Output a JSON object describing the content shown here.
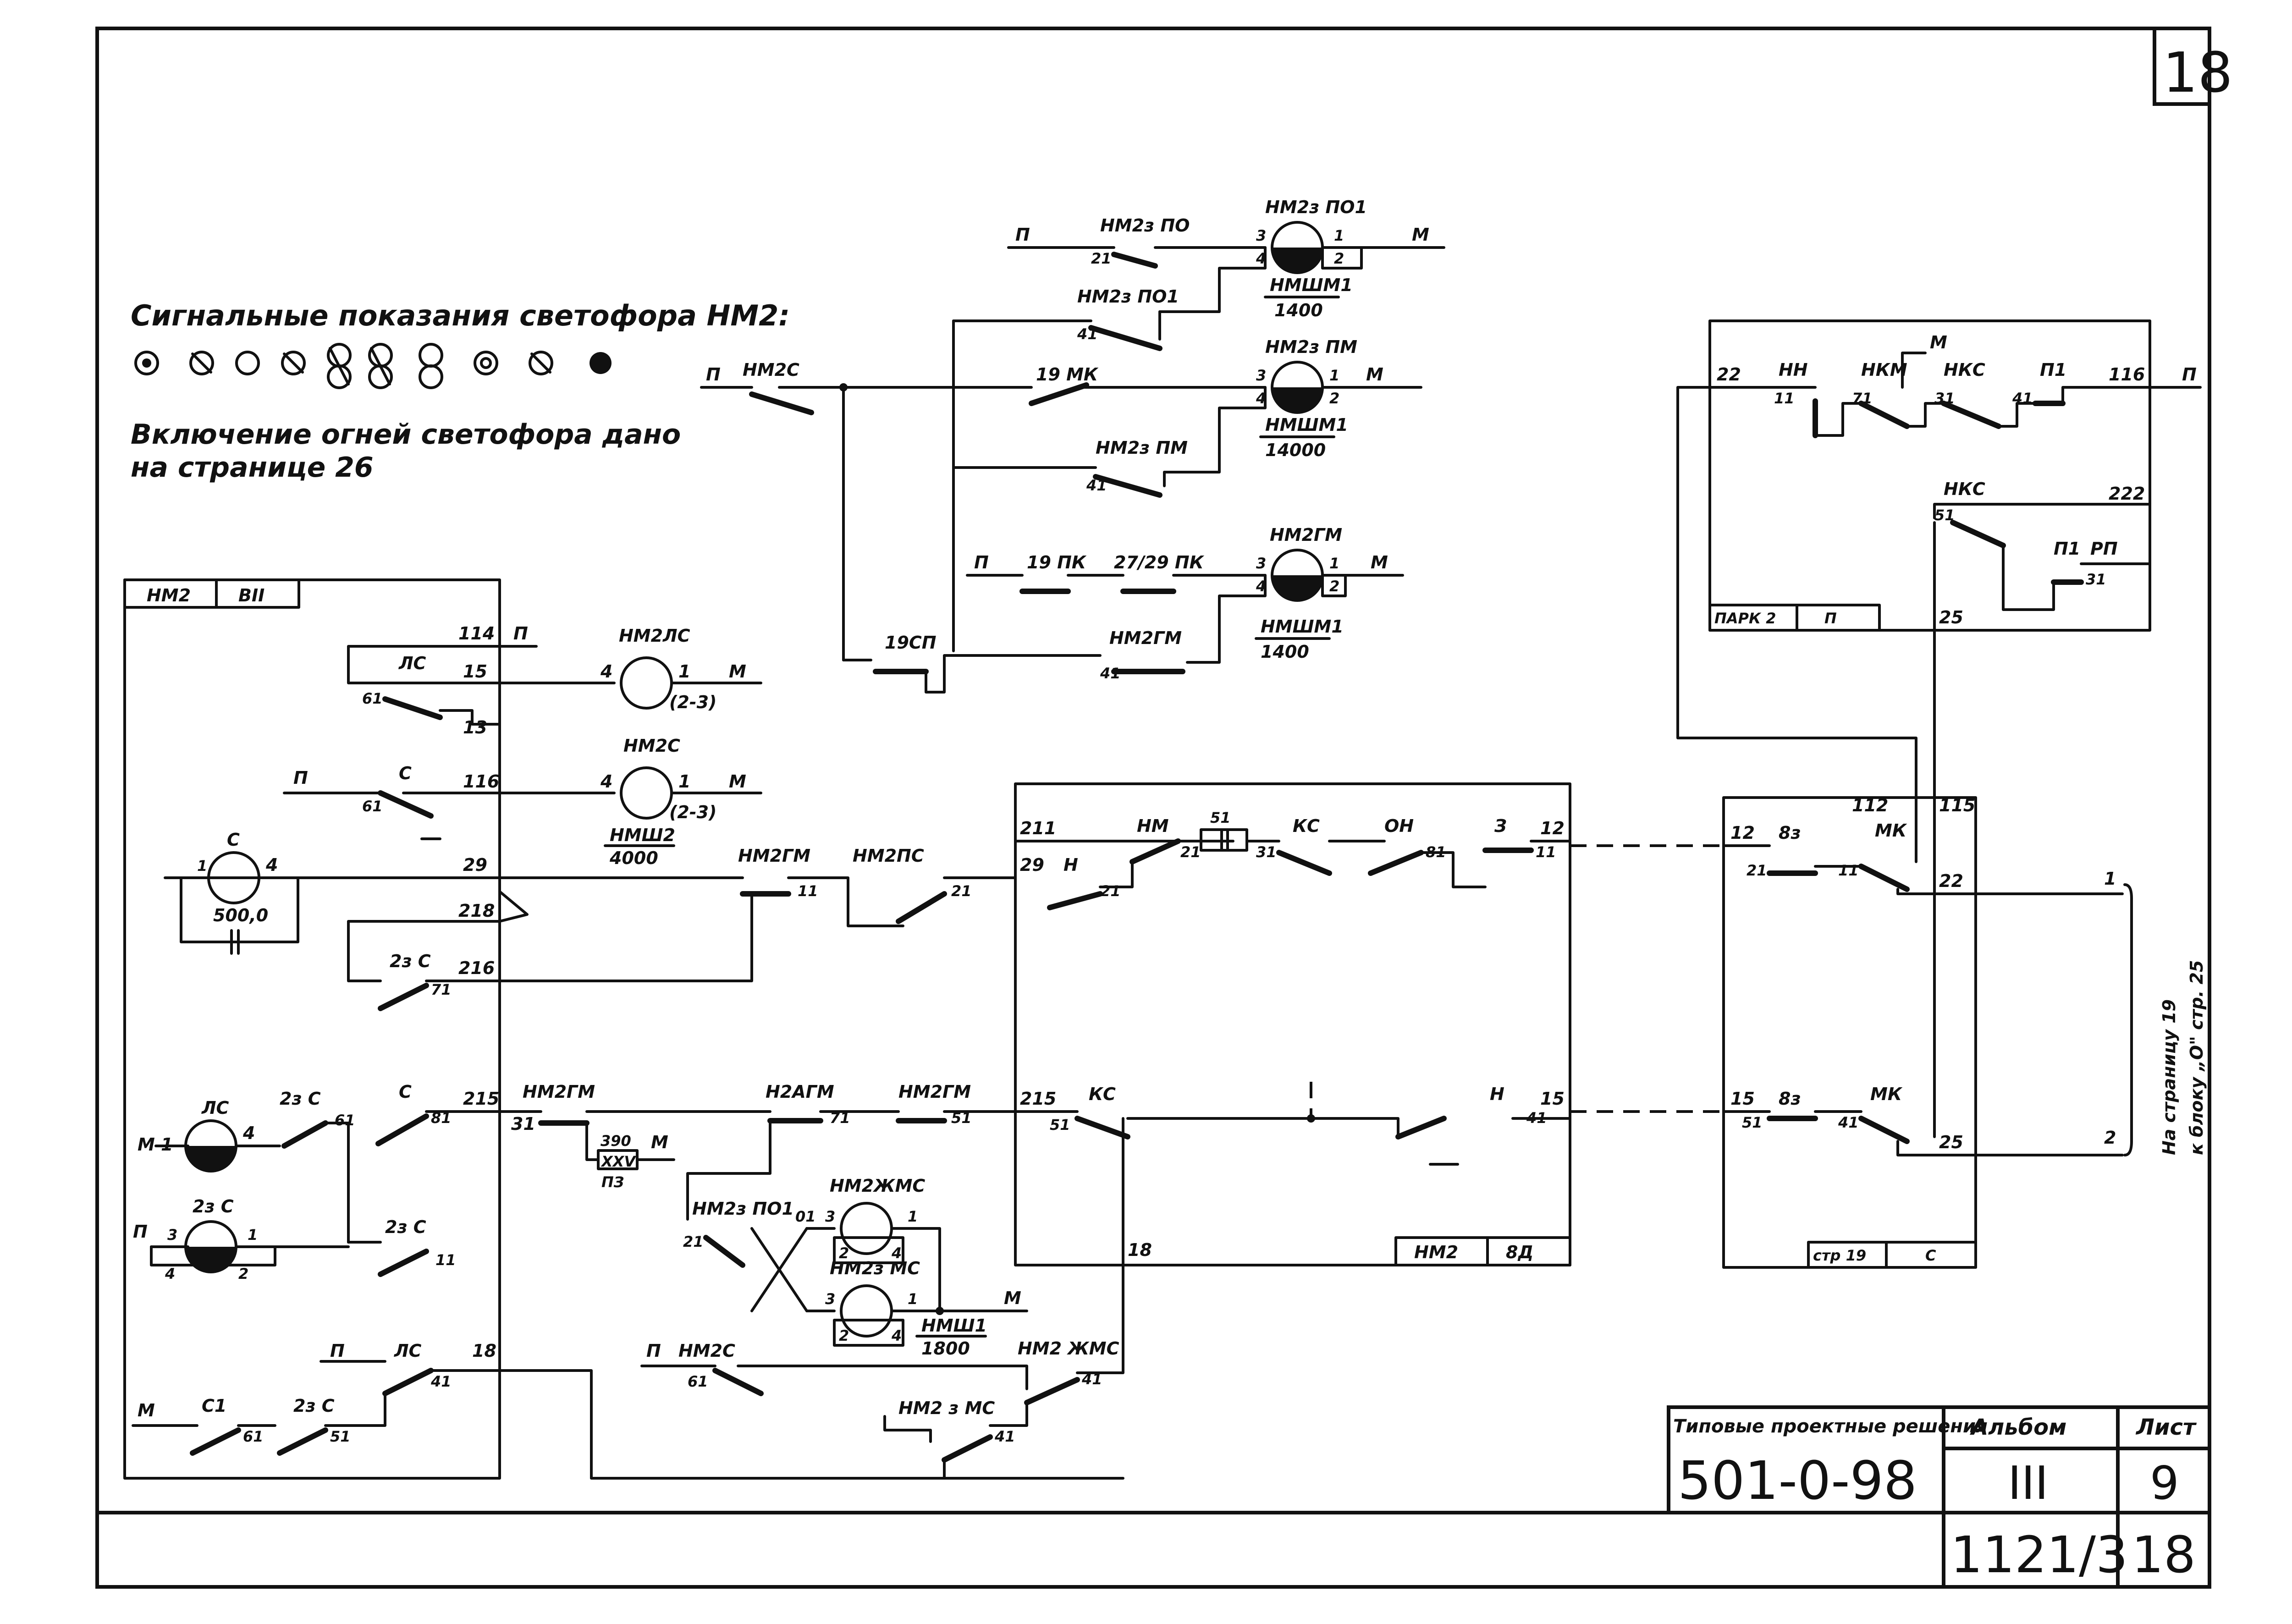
{
  "sheet": {
    "corner_number": "18",
    "note_title": "Сигнальные   показания светофора НМ2:",
    "note_line1": "Включение огней светофора дано",
    "note_line2": "на странице 26",
    "side_note_line1": "На страницу 19",
    "side_note_line2": "к блоку „О\" стр. 25",
    "out_1": "1",
    "out_2": "2"
  },
  "title_block": {
    "typical_label": "Типовые проектные решения",
    "project_code": "501-0-98",
    "album_label": "Альбом",
    "album_value": "III",
    "sheet_label": "Лист",
    "sheet_value": "9",
    "doc_number": "1121/3",
    "doc_page": "18"
  },
  "boxes": {
    "nm2_vii": [
      "НМ2",
      "ВII"
    ],
    "park2": [
      "ПАРК 2",
      "П"
    ],
    "nm2_vd": [
      "НМ2",
      "8Д"
    ],
    "str19": [
      "стр 19",
      "С"
    ]
  },
  "lamps": [
    {
      "name": "НМ2з ПО1",
      "rating": "НМШМ1",
      "resistance": "1400"
    },
    {
      "name": "НМ2з ПМ",
      "rating": "НМШМ1",
      "resistance": "14000"
    },
    {
      "name": "НМ2ГМ",
      "rating": "НМШМ1",
      "resistance": "1400"
    },
    {
      "name": "НМ2ЛС",
      "rating": "(2-3)"
    },
    {
      "name": "НМ2С",
      "rating": "НМШ2",
      "resistance": "4000",
      "sub": "(2-3)"
    },
    {
      "name": "С",
      "resistance": "500,0"
    },
    {
      "name": "НМ2ЖМС"
    },
    {
      "name": "НМ2з МС",
      "rating": "НМШ1",
      "resistance": "1800"
    },
    {
      "name": "ЛС"
    },
    {
      "name": "2з С"
    }
  ],
  "contacts": {
    "nm2zpo": "НМ2з ПО",
    "nm2zpo1": "НМ2з ПО1",
    "mk19": "19 МК",
    "nm2zpm": "НМ2з ПМ",
    "nm2s": "НМ2С",
    "pk19": "19 ПК",
    "pk2729": "27/29 ПК",
    "nm2gm": "НМ2ГМ",
    "sp19": "19СП",
    "ls": "ЛС",
    "s": "С",
    "zs2": "2з С",
    "nm2ps": "НМ2ПС",
    "n2agm": "Н2АГМ",
    "nm2zhms": "НМ2 ЖМС",
    "nm2zms": "НМ2 з МС",
    "s1": "С1",
    "nn": "НН",
    "nkm": "НКМ",
    "nks": "НКС",
    "p1": "П1",
    "rp": "РП",
    "n": "Н",
    "nm": "НМ",
    "ks": "КС",
    "on": "ОН",
    "z": "З",
    "v3": "8з",
    "mk": "МК"
  },
  "terminals": {
    "p": "П",
    "m": "М",
    "t114": "114",
    "t15": "15",
    "t13": "13",
    "t116": "116",
    "t29": "29",
    "t218": "218",
    "t216": "216",
    "t215": "215",
    "t18": "18",
    "t61": "61",
    "t71": "71",
    "t81": "81",
    "t11": "11",
    "t41": "41",
    "t21": "21",
    "t51": "51",
    "t31": "31",
    "t211": "211",
    "t12": "12",
    "t22": "22",
    "t25": "25",
    "t112": "112",
    "t115": "115",
    "t222": "222",
    "t3": "3",
    "t4": "4",
    "t1": "1",
    "t2": "2",
    "t390": "390",
    "xxv": "XXV",
    "pz": "ПЗ",
    "m1": "М 1"
  }
}
